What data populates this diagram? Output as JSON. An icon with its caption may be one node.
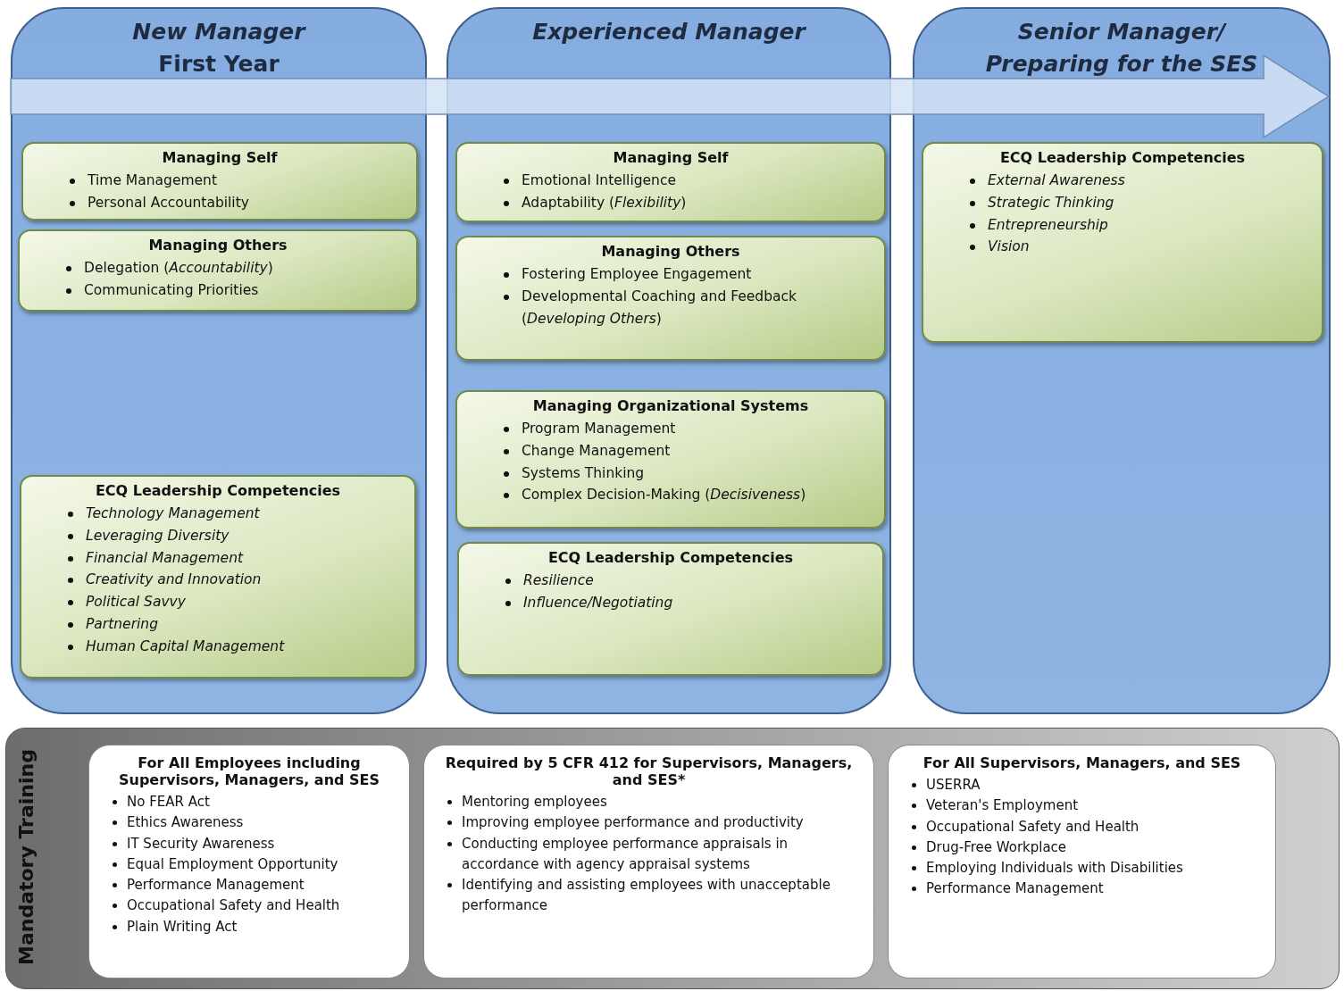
{
  "diagram": {
    "nodes": [
      {
        "text": [
          "*New Manager* First Year"
        ]
      },
      {
        "text": [
          "Managing Self",
          "Time Management",
          "Personal Accountability"
        ],
        "in": 0
      },
      {
        "text": [
          "Managing Others",
          "Delegation (*Accountability*)",
          "Communicating Priorities"
        ],
        "in": 0
      },
      {
        "text": [
          "ECQ Leadership Competencies",
          "*Technology Management*",
          "*Leveraging Diversity*",
          "*Financial Management*",
          "*Creativity and Innovation*",
          "*Political Savvy*",
          "*Partnering*",
          "*Human Capital Management*"
        ],
        "in": 0
      },
      {
        "text": [
          "*Experienced Manager*"
        ]
      },
      {
        "text": [
          "Managing Self",
          "Emotional Intelligence",
          "Adaptability (*Flexibility*)"
        ],
        "in": 4
      },
      {
        "text": [
          "Managing Others",
          "Fostering Employee Engagement",
          "Developmental Coaching and Feedback (*Developing Others*)"
        ],
        "in": 4
      },
      {
        "text": [
          "Managing Organizational Systems",
          "Program Management",
          "Change Management",
          "Systems Thinking",
          "Complex Decision-Making (*Decisiveness*)"
        ],
        "in": 4
      },
      {
        "text": [
          "ECQ Leadership Competencies",
          "*Resilience*",
          "*Influence/Negotiating*"
        ],
        "in": 4
      },
      {
        "text": [
          "*Senior Manager/ Preparing for the SES*"
        ]
      },
      {
        "text": [
          "ECQ Leadership Competencies",
          "*External Awareness*",
          "*Strategic Thinking*",
          "*Entrepreneurship*",
          "*Vision*"
        ],
        "in": 9
      },
      {
        "text": [
          "Mandatory Training"
        ]
      },
      {
        "text": [
          "For All Employees including Supervisors, Managers, and SES",
          "No FEAR Act",
          "Ethics Awareness",
          "IT Security Awareness",
          "Equal Employment Opportunity",
          "Performance Management",
          "Occupational Safety and Health",
          "Plain Writing Act"
        ],
        "in": 11
      },
      {
        "text": [
          "Required by 5 CFR 412 for Supervisors, Managers, and SES*",
          "Mentoring employees",
          "Improving employee performance and productivity",
          "Conducting employee performance appraisals in accordance with agency appraisal systems",
          "Identifying and assisting employees with unacceptable performance"
        ],
        "in": 11
      },
      {
        "text": [
          "For All Supervisors, Managers, and SES",
          "USERRA",
          "Veteran's Employment",
          "Occupational Safety and Health",
          "Drug-Free Workplace",
          "Employing Individuals with Disabilities",
          "Performance Management"
        ],
        "in": 11
      }
    ],
    "edges": []
  }
}
